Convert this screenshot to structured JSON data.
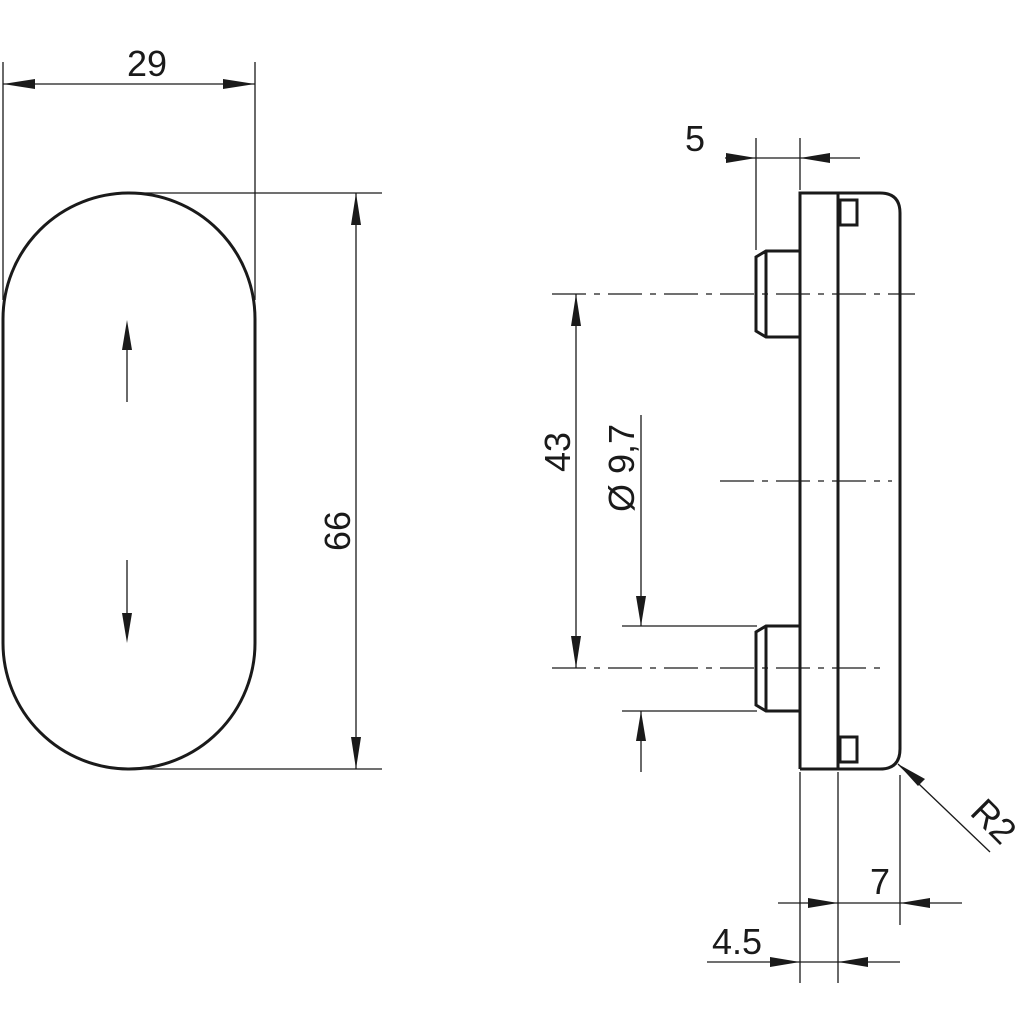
{
  "front_view": {
    "width_label": "29",
    "height_label": "66"
  },
  "side_view": {
    "pin_length_label": "5",
    "pin_spacing_label": "43",
    "pin_diameter_label": "Ø 9,7",
    "cover_depth_label": "7",
    "base_thickness_label": "4.5",
    "radius_label": "R2"
  }
}
